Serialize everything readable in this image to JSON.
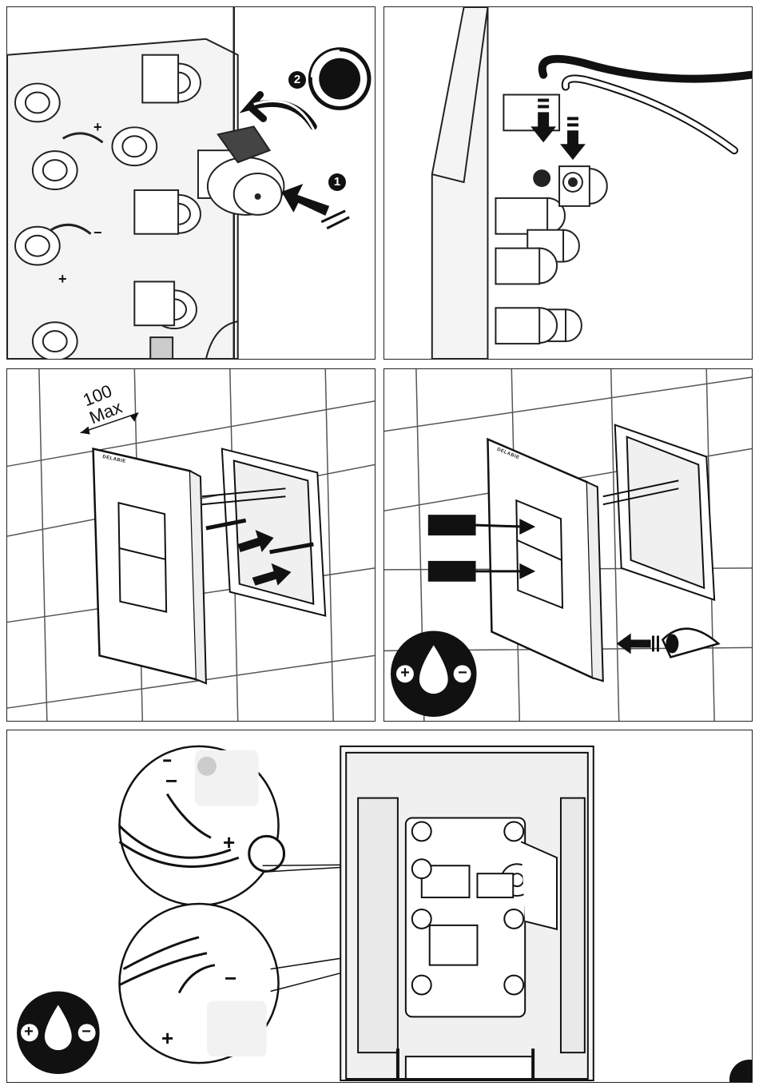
{
  "panel1": {
    "step1": "1",
    "step2": "2",
    "plus": "+",
    "minus": "−"
  },
  "panel2": {},
  "panel3": {
    "dimension_value": "100",
    "dimension_unit": "Max",
    "brand": "DELABIE"
  },
  "panel4": {
    "brand": "DELABIE",
    "plus": "+",
    "minus": "−"
  },
  "panel5": {
    "plus": "+",
    "minus": "−"
  },
  "icons": [
    "push-arrow-icon",
    "rotate-clockwise-icon",
    "flow-arrow-icon",
    "eye-icon",
    "water-drop-flow-adjust-icon",
    "detector-window-icon"
  ],
  "colors": {
    "ink": "#111111",
    "fill": "#ffffff",
    "grout": "#cfcfcf"
  }
}
